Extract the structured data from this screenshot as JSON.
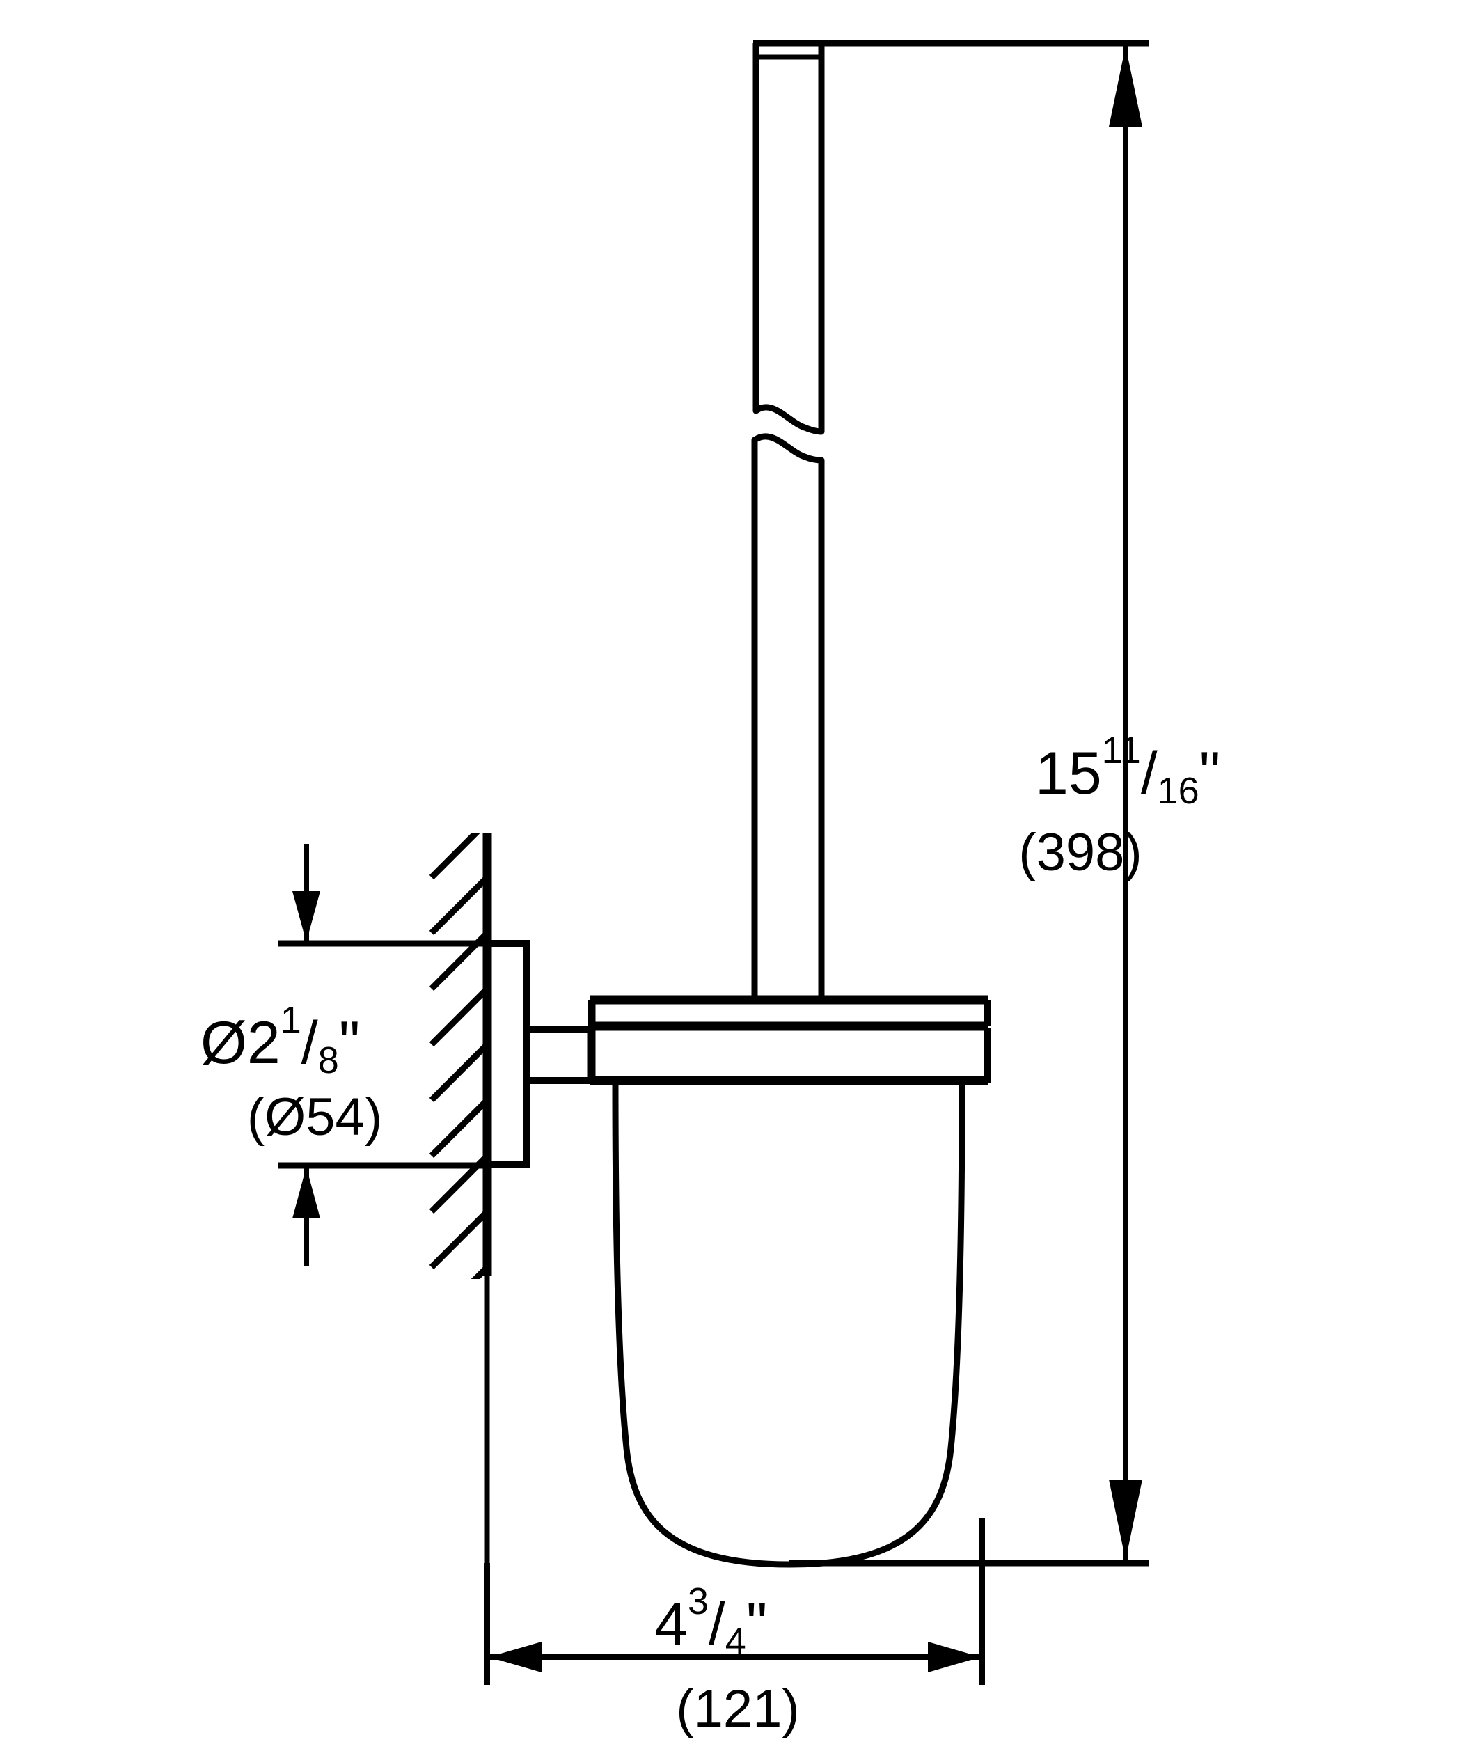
{
  "drawing": {
    "title": "Wall-mounted toilet brush set technical dimension drawing",
    "line_color": "#000000",
    "background_color": "#ffffff",
    "units_note": "Imperial inches with metric millimetres in parentheses"
  },
  "dimensions": {
    "height": {
      "name": "overall-height",
      "whole": "15",
      "numerator": "11",
      "slash": "/",
      "denominator": "16",
      "inch_mark": "\"",
      "metric": "(398)",
      "orientation": "vertical",
      "position": "right"
    },
    "diameter": {
      "name": "wall-plate-diameter",
      "symbol": "Ø",
      "whole": "2",
      "numerator": "1",
      "slash": "/",
      "denominator": "8",
      "inch_mark": "\"",
      "metric": "(Ø54)",
      "orientation": "vertical",
      "position": "left"
    },
    "projection": {
      "name": "overall-projection",
      "whole": "4",
      "numerator": "3",
      "slash": "/",
      "denominator": "4",
      "inch_mark": "\"",
      "metric": "(121)",
      "orientation": "horizontal",
      "position": "bottom"
    }
  },
  "parts": [
    {
      "name": "brush-handle-rod",
      "label": "Brush handle rod with break symbol"
    },
    {
      "name": "wall-hatching",
      "label": "Wall section hatching"
    },
    {
      "name": "wall-mount-plate",
      "label": "Wall mounting plate"
    },
    {
      "name": "connector-arm",
      "label": "Connector arm"
    },
    {
      "name": "holder-rim",
      "label": "Holder rim collar"
    },
    {
      "name": "glass-tumbler",
      "label": "Glass tumbler container"
    }
  ]
}
